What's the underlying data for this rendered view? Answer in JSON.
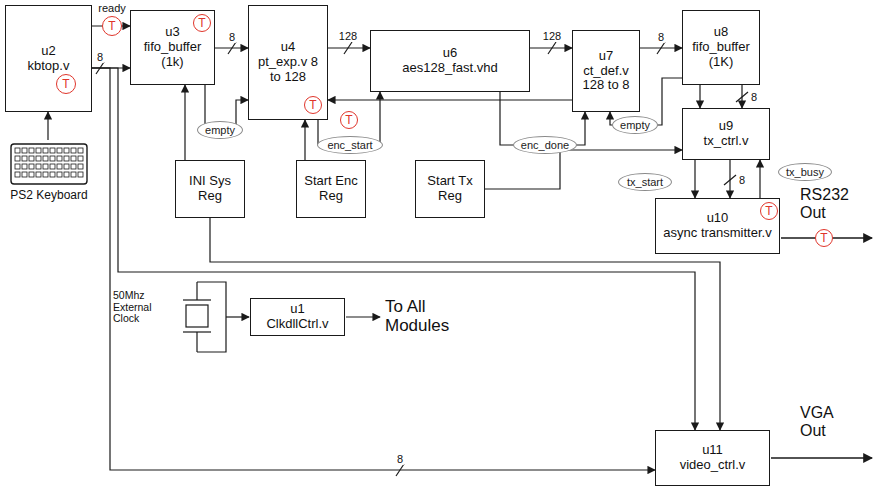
{
  "diagram": {
    "nodes": [
      {
        "text": [
          "u2",
          "kbtop.v"
        ]
      },
      {
        "text": [
          "T"
        ],
        "in": 0
      },
      {
        "text": [
          "T"
        ]
      },
      {
        "text": [
          "u3",
          "fifo_buffer (1k)"
        ]
      },
      {
        "text": [
          "T"
        ],
        "in": 3
      },
      {
        "text": [
          "u4",
          "pt_exp.v 8 to 128"
        ]
      },
      {
        "text": [
          "T"
        ],
        "in": 5
      },
      {
        "text": [
          "u6",
          "aes128_fast.vhd"
        ]
      },
      {
        "text": [
          "u7",
          "ct_def.v 128 to 8"
        ]
      },
      {
        "text": [
          "u8",
          "fifo_buffer (1K)"
        ]
      },
      {
        "text": [
          "empty"
        ]
      },
      {
        "text": [
          "T"
        ]
      },
      {
        "text": [
          "enc_start"
        ]
      },
      {
        "text": [
          "enc_done"
        ]
      },
      {
        "text": [
          "empty"
        ]
      },
      {
        "text": [
          "u9",
          "tx_ctrl.v"
        ]
      },
      {
        "text": [
          "tx_start"
        ]
      },
      {
        "text": [
          "tx_busy"
        ]
      },
      {
        "text": [
          "PS2 Keyboard"
        ]
      },
      {
        "text": [
          "INI Sys Reg"
        ]
      },
      {
        "text": [
          "Start Enc Reg"
        ]
      },
      {
        "text": [
          "Start Tx Reg"
        ]
      },
      {
        "text": [
          "u10",
          "async transmitter.v"
        ]
      },
      {
        "text": [
          "T"
        ],
        "in": 22
      },
      {
        "text": [
          "T"
        ]
      },
      {
        "text": [
          "u1",
          "ClkdllCtrl.v"
        ]
      },
      {
        "text": [
          "u11",
          "video_ctrl.v"
        ]
      }
    ],
    "edges": [
      {
        "from": 0,
        "to": 3,
        "arrow": "to",
        "label": "ready"
      },
      {
        "from": 0,
        "to": 3,
        "arrow": "to",
        "label": "8"
      },
      {
        "from": 0,
        "to": 26,
        "arrow": "to",
        "label": "8"
      },
      {
        "from": 3,
        "to": 5,
        "arrow": "to",
        "label": "8"
      },
      {
        "from": 5,
        "to": 7,
        "arrow": "to",
        "label": "128"
      },
      {
        "from": 7,
        "to": 8,
        "arrow": "to",
        "label": "128"
      },
      {
        "from": 8,
        "to": 9,
        "arrow": "to",
        "label": "8"
      },
      {
        "from": 8,
        "to": 5,
        "arrow": "to"
      },
      {
        "from": 9,
        "to": 15,
        "arrow": "to",
        "label": "8"
      },
      {
        "from": 9,
        "to": 15,
        "arrow": "to"
      },
      {
        "from": 15,
        "to": 22,
        "arrow": "to",
        "label": "8"
      },
      {
        "from": 22,
        "to": 15,
        "arrow": "to"
      },
      {
        "from": 15,
        "to": 22,
        "arrow": "to"
      },
      {
        "from": 18,
        "to": 0,
        "arrow": "to"
      },
      {
        "from": 19,
        "to": 3,
        "arrow": "to"
      },
      {
        "from": 20,
        "to": 5,
        "arrow": "to"
      },
      {
        "from": 21,
        "to": 15,
        "arrow": "to"
      },
      {
        "from": 9,
        "to": 8,
        "arrow": "to"
      },
      {
        "from": 3,
        "to": 5,
        "arrow": "to"
      },
      {
        "from": 19,
        "to": 26,
        "arrow": "to"
      },
      {
        "from": 0,
        "to": 26,
        "arrow": "to"
      },
      {
        "from": 5,
        "to": 7,
        "arrow": "to"
      },
      {
        "from": 7,
        "to": 8,
        "arrow": "to"
      }
    ],
    "labels": [
      "50Mhz External Clock",
      "To All Modules",
      "RS232 Out",
      "VGA Out"
    ]
  }
}
